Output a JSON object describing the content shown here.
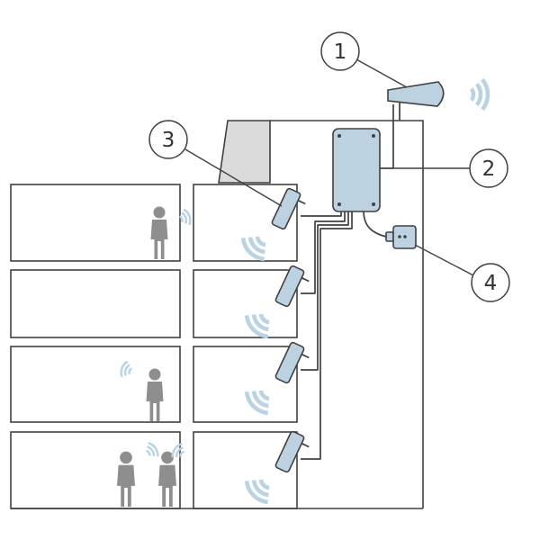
{
  "diagram": {
    "subject": "cellular-signal-booster-building-installation",
    "callouts": [
      {
        "number": "1",
        "component": "outdoor-antenna"
      },
      {
        "number": "2",
        "component": "antenna-coax-cable"
      },
      {
        "number": "3",
        "component": "indoor-panel-antenna"
      },
      {
        "number": "4",
        "component": "power-outlet"
      }
    ],
    "colors": {
      "line": "#404040",
      "device_fill": "#bdd2e1",
      "signal_wave": "#b9d3e5",
      "roof_gray": "#dbdbdb",
      "person_gray": "#8e8e8e",
      "background": "#ffffff"
    }
  }
}
